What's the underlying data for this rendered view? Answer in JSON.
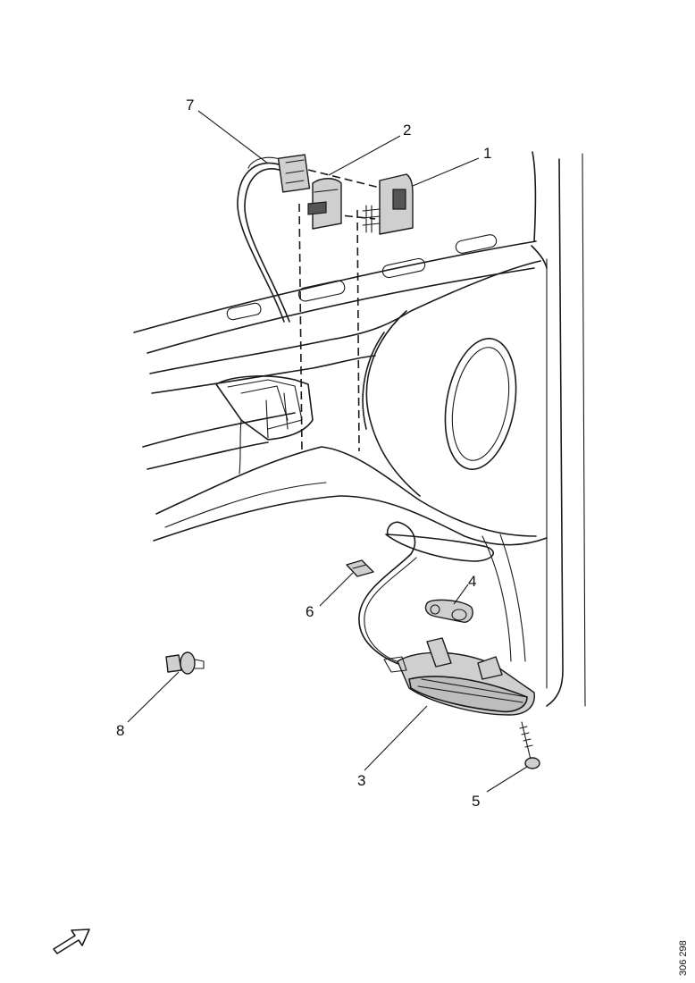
{
  "callouts": {
    "c1": "1",
    "c2": "2",
    "c3": "3",
    "c4": "4",
    "c5": "5",
    "c6": "6",
    "c7": "7",
    "c8": "8"
  },
  "reference_number": "306 298",
  "icons": {
    "direction_arrow": "outline-arrow-up-right"
  }
}
